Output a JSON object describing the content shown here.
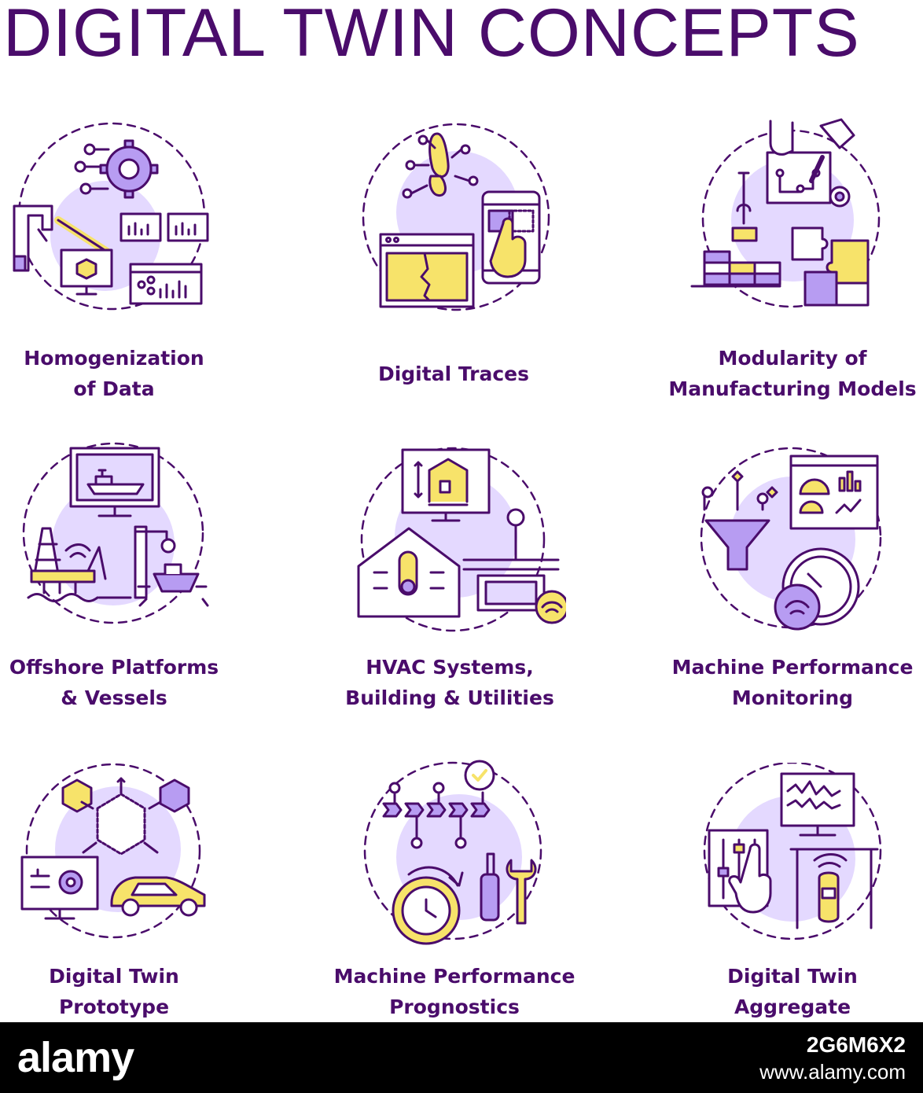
{
  "title": "DIGITAL TWIN CONCEPTS",
  "colors": {
    "primary": "#4a0c6b",
    "accent": "#f7e36a",
    "light": "#e4d9ff",
    "fill": "#b79cf2"
  },
  "items": [
    {
      "icon": "homogenization-icon",
      "line1": "Homogenization",
      "line2": "of Data"
    },
    {
      "icon": "digital-traces-icon",
      "line1": "Digital Traces",
      "line2": ""
    },
    {
      "icon": "modularity-icon",
      "line1": "Modularity of",
      "line2": "Manufacturing Models"
    },
    {
      "icon": "offshore-icon",
      "line1": "Offshore Platforms",
      "line2": "& Vessels"
    },
    {
      "icon": "hvac-icon",
      "line1": "HVAC Systems,",
      "line2": "Building & Utilities"
    },
    {
      "icon": "performance-monitoring-icon",
      "line1": "Machine Performance",
      "line2": "Monitoring"
    },
    {
      "icon": "prototype-icon",
      "line1": "Digital Twin",
      "line2": "Prototype"
    },
    {
      "icon": "prognostics-icon",
      "line1": "Machine Performance",
      "line2": "Prognostics"
    },
    {
      "icon": "aggregate-icon",
      "line1": "Digital Twin",
      "line2": "Aggregate"
    }
  ],
  "footer": {
    "brand": "alamy",
    "image_id": "2G6M6X2",
    "url": "www.alamy.com"
  }
}
